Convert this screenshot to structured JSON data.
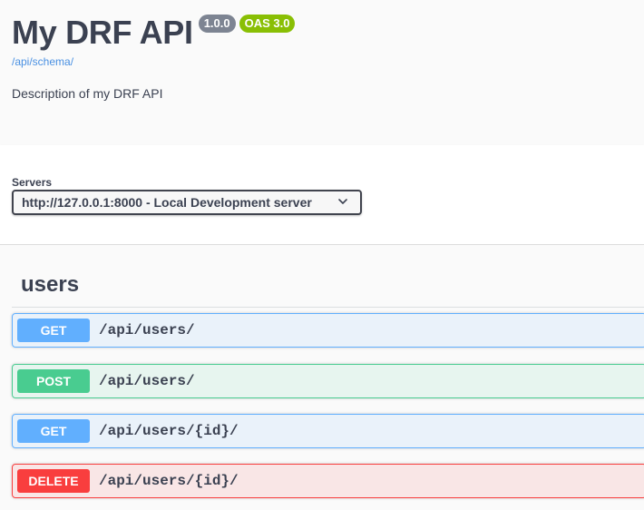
{
  "info": {
    "title": "My DRF API",
    "version": "1.0.0",
    "oas_badge": "OAS 3.0",
    "schema_link": "/api/schema/",
    "description": "Description of my DRF API"
  },
  "servers": {
    "label": "Servers",
    "selected": "http://127.0.0.1:8000 - Local Development server"
  },
  "tag": {
    "name": "users"
  },
  "operations": [
    {
      "method": "GET",
      "path": "/api/users/"
    },
    {
      "method": "POST",
      "path": "/api/users/"
    },
    {
      "method": "GET",
      "path": "/api/users/{id}/"
    },
    {
      "method": "DELETE",
      "path": "/api/users/{id}/"
    }
  ],
  "colors": {
    "get": "#61affe",
    "post": "#49cc90",
    "delete": "#f93e3e",
    "version_badge": "#7d8492",
    "oas_badge": "#89bf04",
    "link": "#4990e2"
  }
}
